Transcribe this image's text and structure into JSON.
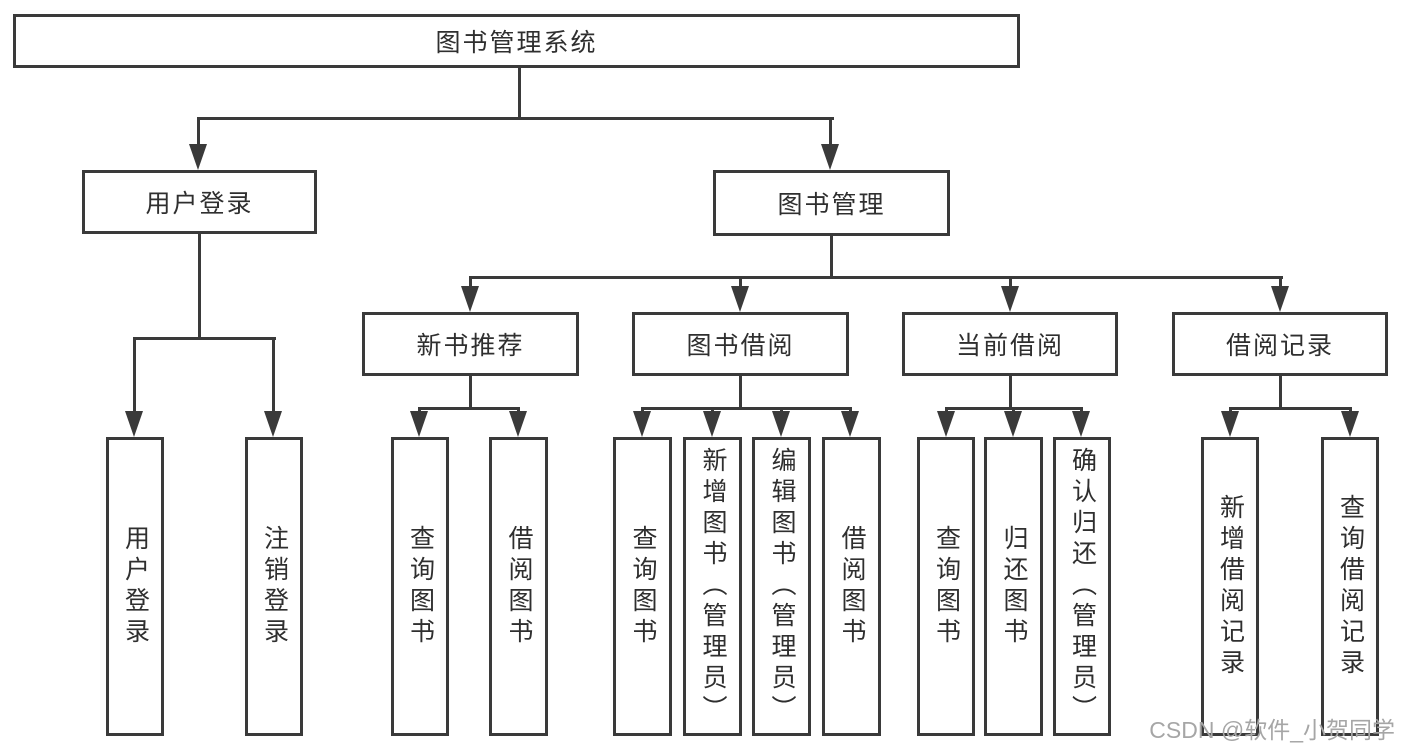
{
  "tree": {
    "label": "图书管理系统",
    "children": [
      {
        "label": "用户登录",
        "children": [
          {
            "label": "用户登录"
          },
          {
            "label": "注销登录"
          }
        ]
      },
      {
        "label": "图书管理",
        "children": [
          {
            "label": "新书推荐",
            "children": [
              {
                "label": "查询图书"
              },
              {
                "label": "借阅图书"
              }
            ]
          },
          {
            "label": "图书借阅",
            "children": [
              {
                "label": "查询图书"
              },
              {
                "label": "新增图书（管理员）"
              },
              {
                "label": "编辑图书（管理员）"
              },
              {
                "label": "借阅图书"
              }
            ]
          },
          {
            "label": "当前借阅",
            "children": [
              {
                "label": "查询图书"
              },
              {
                "label": "归还图书"
              },
              {
                "label": "确认归还（管理员）"
              }
            ]
          },
          {
            "label": "借阅记录",
            "children": [
              {
                "label": "新增借阅记录"
              },
              {
                "label": "查询借阅记录"
              }
            ]
          }
        ]
      }
    ]
  },
  "watermark": {
    "text": "CSDN @软件_小贺同学"
  },
  "colors": {
    "line": "#3a3a3a",
    "text": "#2f2f2f",
    "box_background": "#ffffff",
    "page_background": "#ffffff",
    "watermark": "#a6a6a6"
  }
}
